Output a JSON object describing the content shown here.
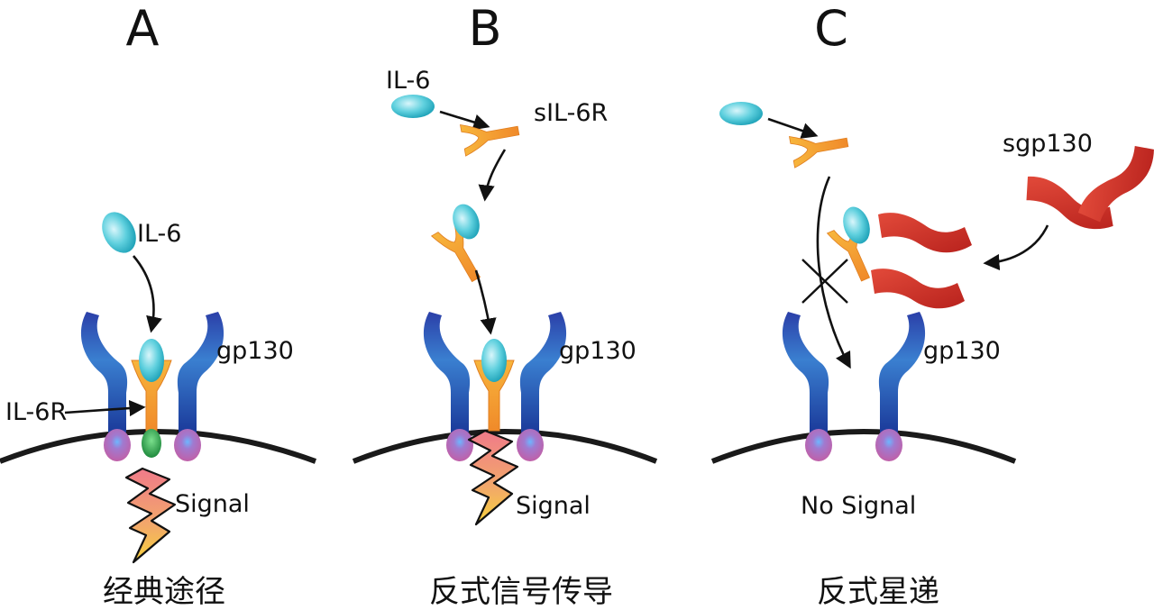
{
  "panels": {
    "a": {
      "letter": "A",
      "ligand_label": "IL-6",
      "coreceptor_label": "gp130",
      "receptor_label": "IL-6R",
      "outcome_label": "Signal",
      "caption": "经典途径"
    },
    "b": {
      "letter": "B",
      "ligand_label": "IL-6",
      "soluble_receptor_label": "sIL-6R",
      "coreceptor_label": "gp130",
      "outcome_label": "Signal",
      "caption": "反式信号传导"
    },
    "c": {
      "letter": "C",
      "inhibitor_label": "sgp130",
      "coreceptor_label": "gp130",
      "outcome_label": "No Signal",
      "caption": "反式星递"
    }
  },
  "colors": {
    "il6": "#45c6d6",
    "receptor": "#f6a23a",
    "gp130": "#2a52b0",
    "sgp130": "#d33a2c",
    "membrane": "#1a1a1a",
    "signal": "#f07a7a",
    "anchor_pink": "#c866b0",
    "anchor_green": "#2f9a4a"
  }
}
